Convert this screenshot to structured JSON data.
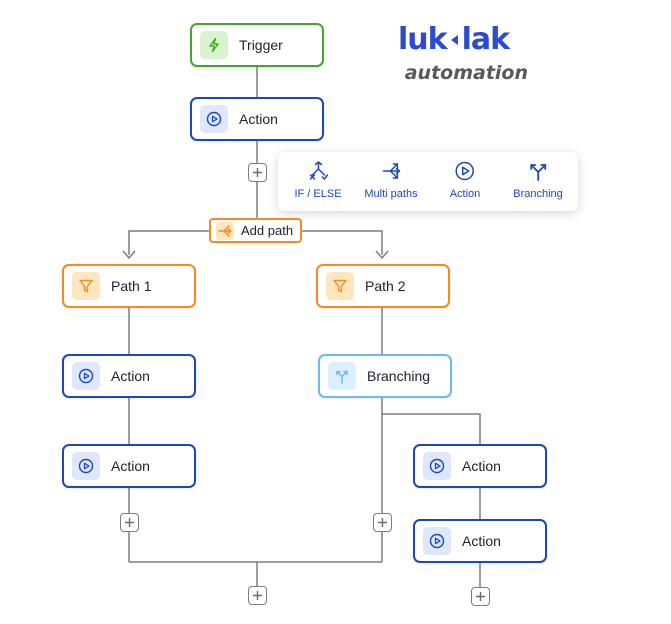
{
  "logo": {
    "title_a": "luk",
    "title_b": "lak",
    "subtitle": "automation"
  },
  "nodes": {
    "trigger": "Trigger",
    "action_top": "Action",
    "path1": "Path 1",
    "path2": "Path 2",
    "action_left_1": "Action",
    "action_left_2": "Action",
    "branching": "Branching",
    "action_right_1": "Action",
    "action_right_2": "Action"
  },
  "add_path": "Add path",
  "menu": {
    "if_else": "IF / ELSE",
    "multi_paths": "Multi paths",
    "action": "Action",
    "branching": "Branching"
  },
  "colors": {
    "action_border": "#1f47b8",
    "trigger_border": "#42a82a",
    "path_border": "#f28c1a",
    "branching_border": "#6fb9f0",
    "connector": "#7d7d7d",
    "logo_blue": "#2b4bd3"
  },
  "icons": {
    "trigger": "lightning-icon",
    "action": "play-circle-icon",
    "path": "filter-funnel-icon",
    "branching": "branch-arrows-icon",
    "add_path": "merge-arrows-icon",
    "add": "plus-icon",
    "if_else": "if-else-icon",
    "multi_paths": "multi-paths-icon"
  }
}
